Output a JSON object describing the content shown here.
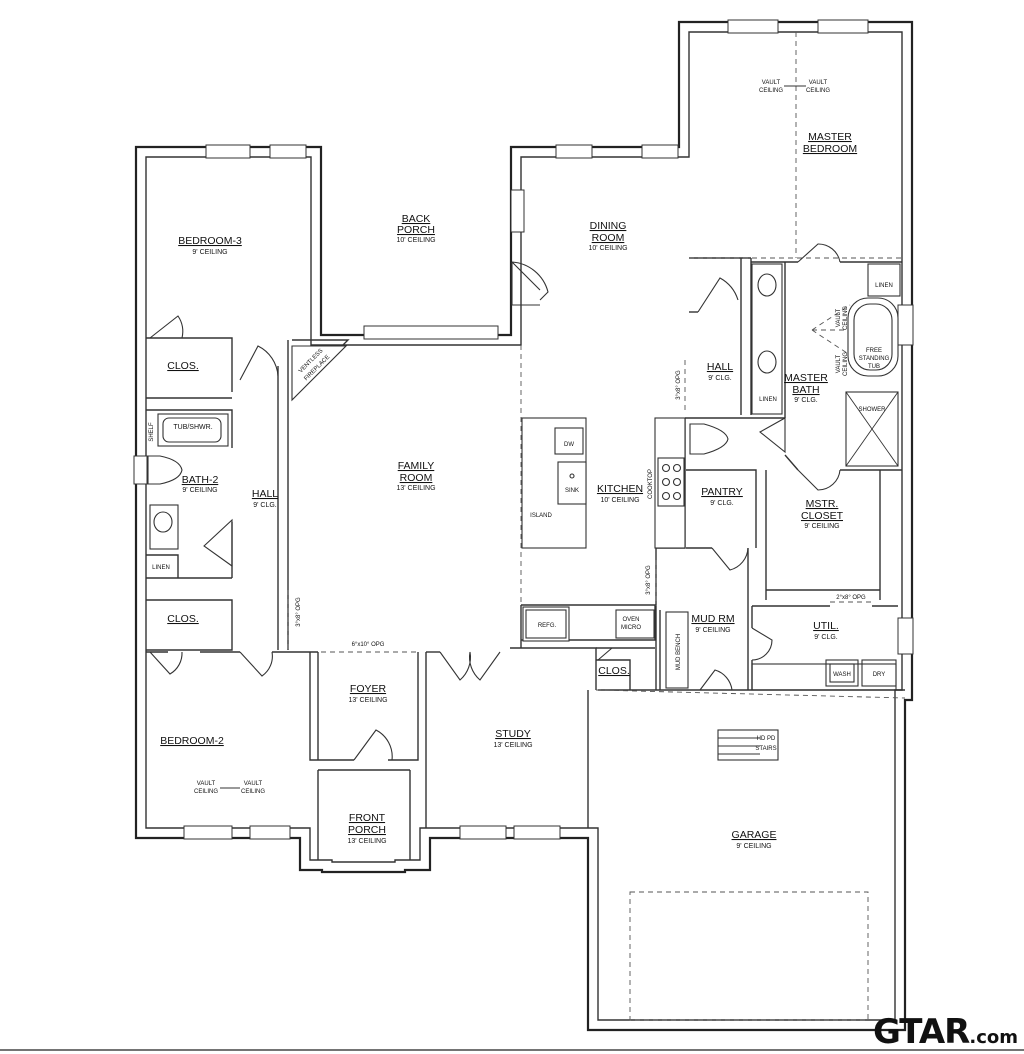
{
  "rooms": {
    "master_bedroom": {
      "name_1": "MASTER",
      "name_2": "BEDROOM"
    },
    "master_vault_left": {
      "l1": "VAULT",
      "l2": "CEILING"
    },
    "master_vault_right": {
      "l1": "VAULT",
      "l2": "CEILING"
    },
    "back_porch": {
      "name_1": "BACK",
      "name_2": "PORCH",
      "ceiling": "10' CEILING"
    },
    "dining_room": {
      "name_1": "DINING",
      "name_2": "ROOM",
      "ceiling": "10' CEILING"
    },
    "bedroom_3": {
      "name": "BEDROOM-3",
      "ceiling": "9' CEILING"
    },
    "clos_top": {
      "name": "CLOS."
    },
    "tub_shwr": {
      "label": "TUB/SHWR."
    },
    "shelf": {
      "label": "SHELF"
    },
    "bath_2": {
      "name": "BATH-2",
      "ceiling": "9' CEILING"
    },
    "linen_bath2": {
      "label": "LINEN"
    },
    "hall_left": {
      "name": "HALL",
      "ceiling": "9' CLG."
    },
    "clos_mid": {
      "name": "CLOS."
    },
    "opg_hall": {
      "label": "3°x8° OPG"
    },
    "ventless_fireplace": {
      "l1": "VENTLESS",
      "l2": "FIREPLACE"
    },
    "family_room": {
      "name_1": "FAMILY",
      "name_2": "ROOM",
      "ceiling": "13' CEILING"
    },
    "dw": {
      "label": "DW"
    },
    "sink": {
      "label": "SINK"
    },
    "island": {
      "label": "ISLAND"
    },
    "kitchen": {
      "name": "KITCHEN",
      "ceiling": "10' CEILING"
    },
    "cooktop": {
      "label": "COOKTOP"
    },
    "opg_kitchen_top": {
      "label": "3°x8° OPG"
    },
    "opg_kitchen_bottom": {
      "label": "3°x8° OPG"
    },
    "hall_right": {
      "name": "HALL",
      "ceiling": "9' CLG."
    },
    "linen_master": {
      "label": "LINEN"
    },
    "linen_top": {
      "label": "LINEN"
    },
    "master_bath": {
      "name_1": "MASTER",
      "name_2": "BATH",
      "ceiling": "9' CLG."
    },
    "bath_vault_a": {
      "l1": "VAULT",
      "l2": "CEILING"
    },
    "bath_vault_b": {
      "l1": "VAULT",
      "l2": "CEILING"
    },
    "free_tub": {
      "l1": "FREE",
      "l2": "STANDING",
      "l3": "TUB"
    },
    "shower": {
      "label": "SHOWER"
    },
    "pantry": {
      "name": "PANTRY",
      "ceiling": "9' CLG."
    },
    "mstr_closet": {
      "name_1": "MSTR.",
      "name_2": "CLOSET",
      "ceiling": "9' CEILING"
    },
    "opg_util": {
      "label": "2°x8° OPG"
    },
    "refg": {
      "label": "REFG."
    },
    "oven_micro": {
      "l1": "OVEN",
      "l2": "MICRO"
    },
    "mud_rm": {
      "name": "MUD RM",
      "ceiling": "9' CEILING"
    },
    "mud_bench": {
      "label": "MUD BENCH"
    },
    "util": {
      "name": "UTIL.",
      "ceiling": "9' CLG."
    },
    "wash": {
      "label": "WASH"
    },
    "dry": {
      "label": "DRY"
    },
    "clos_kitchen": {
      "name": "CLOS."
    },
    "opg_foyer": {
      "label": "6°x10° OPG"
    },
    "bedroom_2": {
      "name": "BEDROOM-2"
    },
    "bed2_vault_left": {
      "l1": "VAULT",
      "l2": "CEILING"
    },
    "bed2_vault_right": {
      "l1": "VAULT",
      "l2": "CEILING"
    },
    "foyer": {
      "name": "FOYER",
      "ceiling": "13' CEILING"
    },
    "study": {
      "name": "STUDY",
      "ceiling": "13' CEILING"
    },
    "front_porch": {
      "name_1": "FRONT",
      "name_2": "PORCH",
      "ceiling": "13' CEILING"
    },
    "hd_pd_stairs": {
      "l1": "HD PD",
      "l2": "STAIRS"
    },
    "garage": {
      "name": "GARAGE",
      "ceiling": "9' CEILING"
    }
  },
  "brand": {
    "main": "GTAR",
    "domain": ".com"
  }
}
